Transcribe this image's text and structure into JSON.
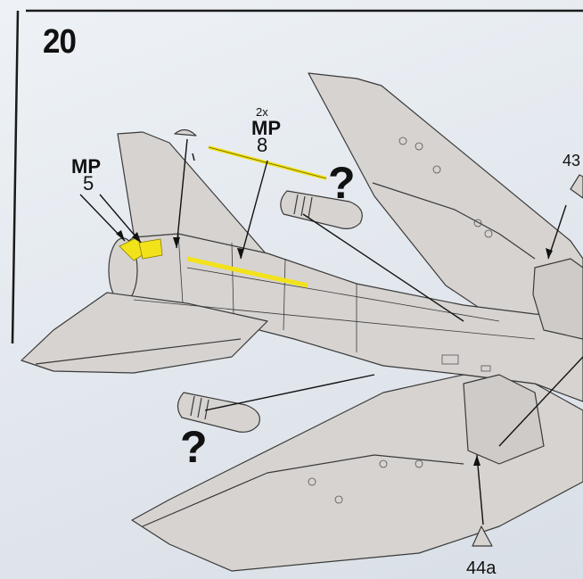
{
  "step": {
    "number": "20"
  },
  "callouts": {
    "mp5": {
      "code": "MP",
      "number": "5"
    },
    "mp8": {
      "count": "2x",
      "code": "MP",
      "number": "8"
    }
  },
  "unknowns": {
    "q1": "?",
    "q2": "?"
  },
  "parts": {
    "p43": "43",
    "p44a": "44a"
  },
  "colors": {
    "paper": "#e6ebf0",
    "aircraft": "#d6d3d1",
    "outline": "#3a3a3a",
    "photoetch_highlight": "#f2e21a",
    "frame": "#1a1a1a"
  }
}
